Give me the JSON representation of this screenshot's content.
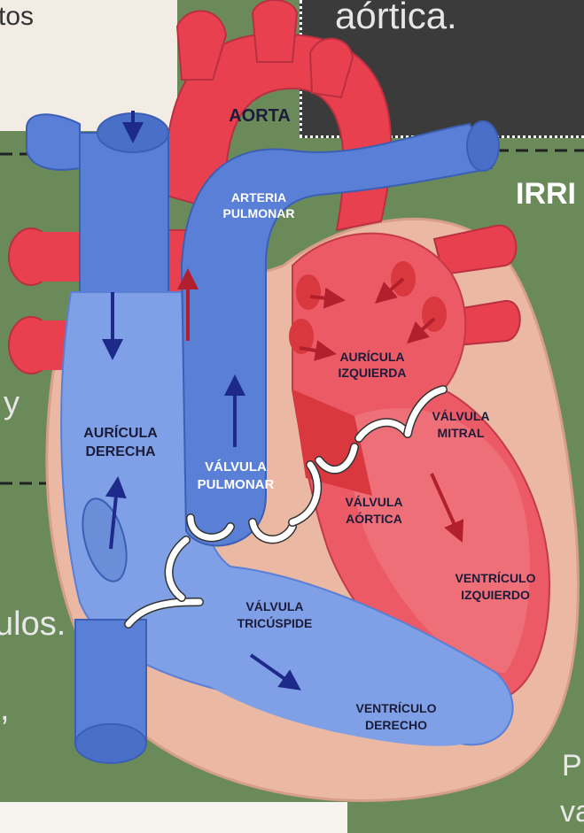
{
  "background": {
    "top_left_text": "tos",
    "top_right_text": "aórtica.",
    "right_heading": "IRRI",
    "left_text_y": "y",
    "left_text_ulos": "ulos.",
    "left_text_comma": ",",
    "right_bottom_p": "P",
    "right_bottom_va": "va"
  },
  "labels": {
    "aorta": "AORTA",
    "arteria_line1": "ARTERIA",
    "arteria_line2": "PULMONAR",
    "auricula_izq_line1": "AURÍCULA",
    "auricula_izq_line2": "IZQUIERDA",
    "valvula_mitral_line1": "VÁLVULA",
    "valvula_mitral_line2": "MITRAL",
    "auricula_der_line1": "AURÍCULA",
    "auricula_der_line2": "DERECHA",
    "valvula_pulmonar_line1": "VÁLVULA",
    "valvula_pulmonar_line2": "PULMONAR",
    "valvula_aortica_line1": "VÁLVULA",
    "valvula_aortica_line2": "AÓRTICA",
    "ventriculo_izq_line1": "VENTRÍCULO",
    "ventriculo_izq_line2": "IZQUIERDO",
    "valvula_tricuspide_line1": "VÁLVULA",
    "valvula_tricuspide_line2": "TRICÚSPIDE",
    "ventriculo_der_line1": "VENTRÍCULO",
    "ventriculo_der_line2": "DERECHO"
  },
  "colors": {
    "background_green": "#6b8a5a",
    "oxygenated_red": "#e8404f",
    "deoxygenated_blue": "#5a7fd6",
    "heart_wall": "#eab8a3",
    "arrow_red": "#b3202d",
    "arrow_blue": "#1e2a8a"
  }
}
